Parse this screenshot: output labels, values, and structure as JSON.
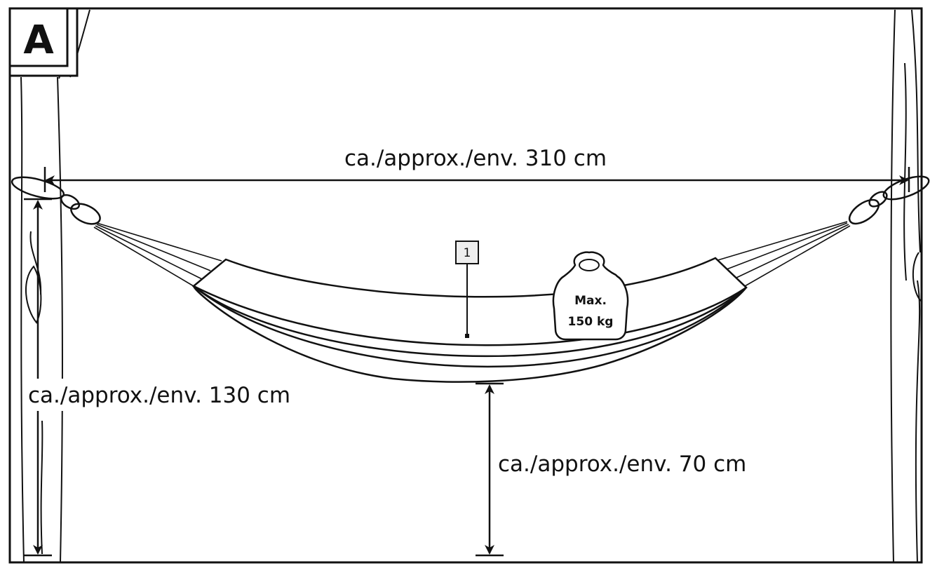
{
  "panel": {
    "letter": "A"
  },
  "dimensions": {
    "span": "ca./approx./env. 310 cm",
    "hang_height": "ca./approx./env. 130 cm",
    "ground_clearance": "ca./approx./env. 70 cm"
  },
  "callout": {
    "number": "1"
  },
  "max_load": {
    "line1": "Max.",
    "line2": "150 kg"
  }
}
